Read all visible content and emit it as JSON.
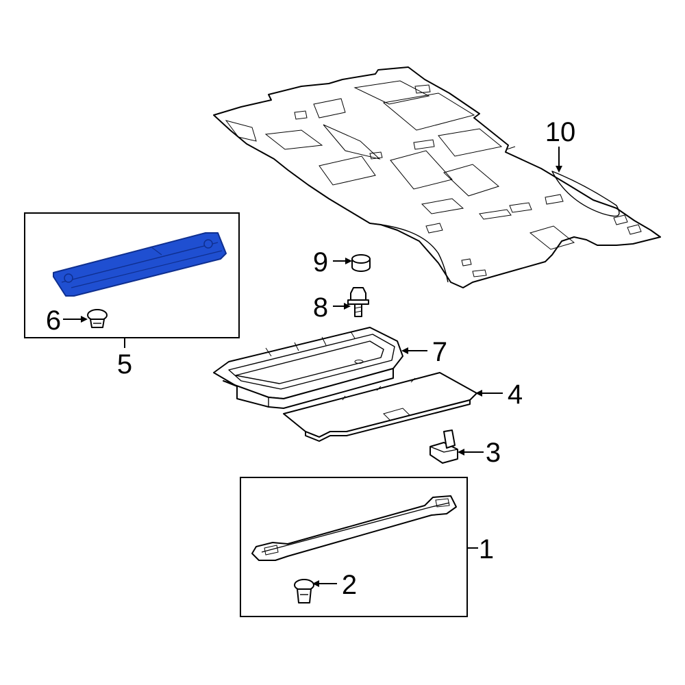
{
  "callouts": [
    {
      "id": "1",
      "label": "1"
    },
    {
      "id": "2",
      "label": "2"
    },
    {
      "id": "3",
      "label": "3"
    },
    {
      "id": "4",
      "label": "4"
    },
    {
      "id": "5",
      "label": "5"
    },
    {
      "id": "6",
      "label": "6"
    },
    {
      "id": "7",
      "label": "7"
    },
    {
      "id": "8",
      "label": "8"
    },
    {
      "id": "9",
      "label": "9"
    },
    {
      "id": "10",
      "label": "10"
    }
  ],
  "colors": {
    "highlight": "#1f4fd1",
    "highlight_dark": "#0f2f8f",
    "line": "#000000",
    "background": "#ffffff"
  }
}
